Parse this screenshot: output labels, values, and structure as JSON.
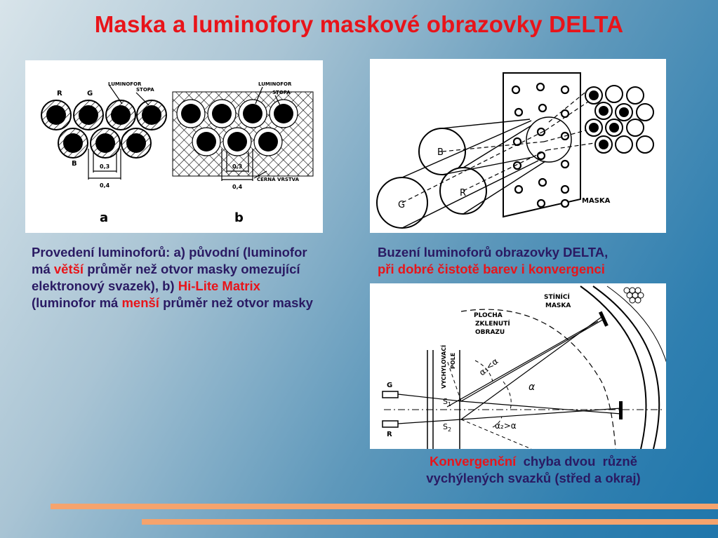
{
  "title": "Maska a luminofory maskové obrazovky DELTA",
  "figure_a": {
    "labels": {
      "luminofor": "LUMINOFOR",
      "stopa": "STOPA",
      "r": "R",
      "g": "G",
      "b": "B",
      "dim1": "0,3",
      "dim2": "0,4",
      "letter_a": "a"
    }
  },
  "figure_b": {
    "labels": {
      "luminofor": "LUMINOFOR",
      "stopa": "STOPA",
      "dim1": "0,3",
      "dim2": "0,4",
      "cerna": "ČERNÁ VRSTVA",
      "letter_b": "b"
    }
  },
  "figure_delta": {
    "labels": {
      "b": "B",
      "r": "R",
      "g": "G",
      "maska": "MASKA"
    }
  },
  "figure_conv": {
    "labels": {
      "stinici": "STÍNÍCÍ",
      "maska": "MASKA",
      "plocha1": "PLOCHA",
      "plocha2": "ZKLENUTÍ",
      "plocha3": "OBRAZU",
      "vych1": "VYCHYLOVACÍ",
      "vych2": "POLE",
      "g": "G",
      "r": "R",
      "s1": "S",
      "s1_sub": "1",
      "s2": "S",
      "s2_sub": "2",
      "alpha1": "α₁<α",
      "alpha": "α",
      "alpha2": "α₂>α"
    }
  },
  "caption_left": {
    "p1": "Provedení luminoforů:   a)   původní (luminofor má ",
    "vetsi": "větší",
    "p2": " průměr než otvor masky omezující elektronový svazek), b) ",
    "hilite": "Hi-Lite Matrix",
    "p3": " (luminofor má ",
    "mensi": "menší",
    "p4": " průměr než otvor masky"
  },
  "caption_right_top": {
    "line1": "Buzení luminoforů obrazovky DELTA,",
    "line2": "při dobré čistotě barev i konvergenci"
  },
  "caption_right_bottom": {
    "red": "Konvergenční",
    "rest1": "  chyba dvou  různě",
    "line2": "vychýlených svazků (střed a okraj)"
  },
  "colors": {
    "title": "#e8141a",
    "caption": "#2a1a63",
    "stripe": "#f5a36d"
  }
}
